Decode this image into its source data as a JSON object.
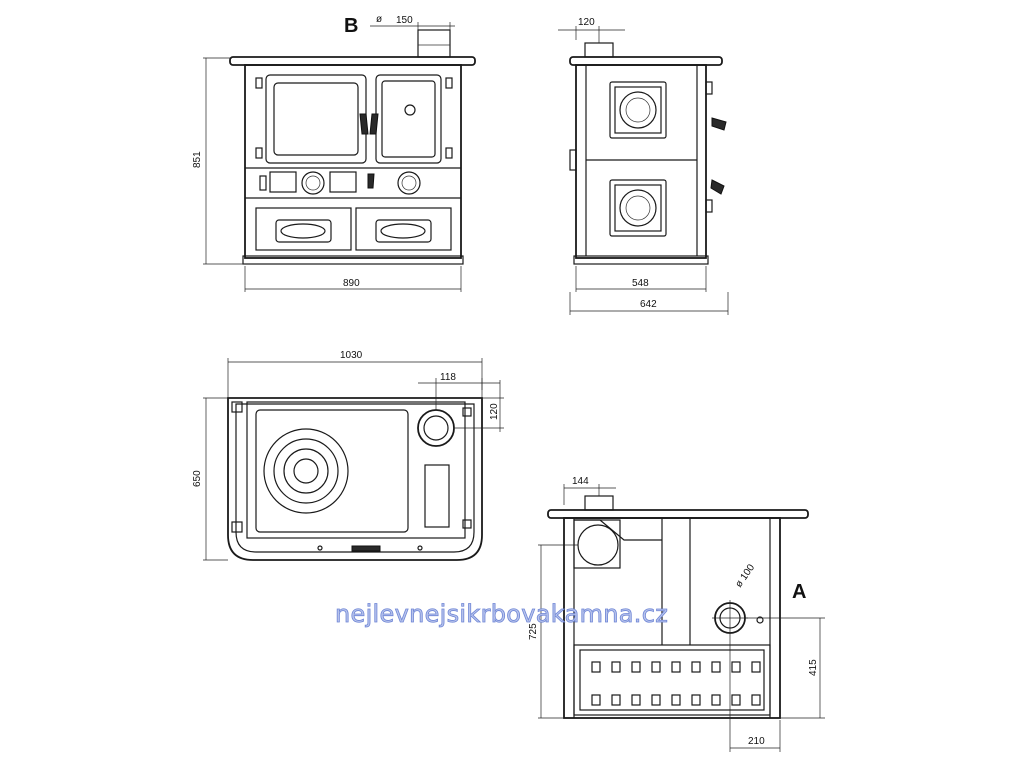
{
  "labels": {
    "view_b": "B",
    "view_a": "A"
  },
  "dimensions": {
    "front_flue_diameter": "150",
    "front_height": "851",
    "front_width": "890",
    "side_flue_offset": "120",
    "side_depth_body": "548",
    "side_depth_total": "642",
    "top_width": "1030",
    "top_depth": "650",
    "top_flue_x": "118",
    "top_flue_y": "120",
    "rear_flue_offset": "144",
    "rear_outlet_diameter": "100",
    "rear_height": "725",
    "rear_outlet_height": "415",
    "rear_outlet_offset": "210"
  },
  "symbols": {
    "diameter": "ø"
  },
  "watermark": "nejlevnejsikrbovakamna.cz",
  "colors": {
    "line": "#1a1a1a",
    "watermark_fill": "#b8c4ec",
    "watermark_stroke": "#6f86d6"
  }
}
